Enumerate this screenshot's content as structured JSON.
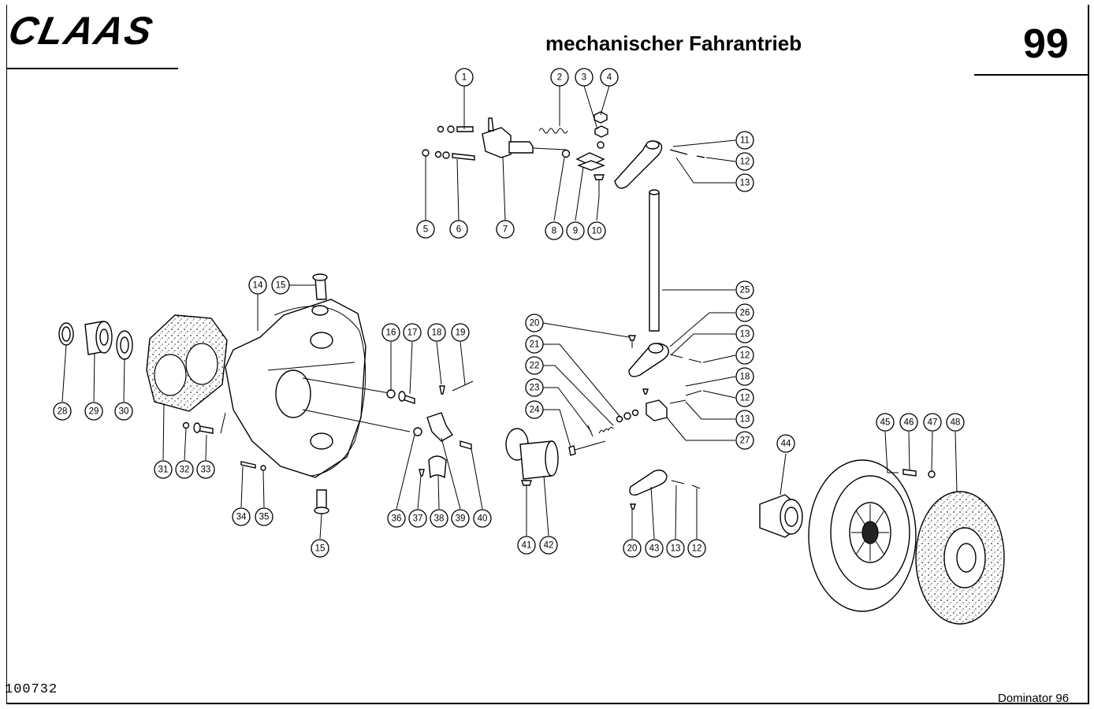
{
  "header": {
    "brand": "CLAAS",
    "title": "mechanischer Fahrantrieb",
    "page_number": "99"
  },
  "footer": {
    "doc_number": "100732",
    "model": "Dominator 96"
  },
  "callouts": [
    "1",
    "2",
    "3",
    "4",
    "5",
    "6",
    "7",
    "8",
    "9",
    "10",
    "11",
    "12",
    "13",
    "14",
    "15",
    "16",
    "17",
    "18",
    "19",
    "20",
    "21",
    "22",
    "23",
    "24",
    "25",
    "26",
    "27",
    "28",
    "29",
    "30",
    "31",
    "32",
    "33",
    "34",
    "35",
    "36",
    "37",
    "38",
    "39",
    "40",
    "41",
    "42",
    "43",
    "44",
    "45",
    "46",
    "47",
    "48"
  ]
}
